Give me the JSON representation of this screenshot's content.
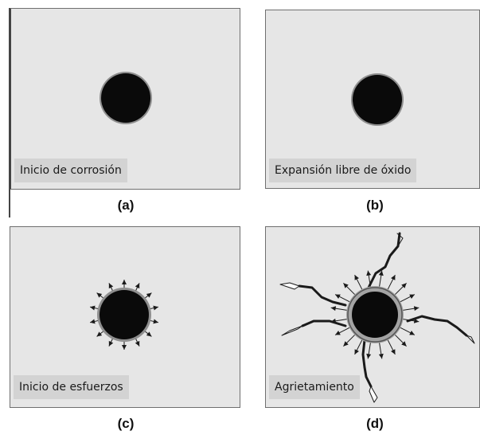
{
  "panels": [
    {
      "id": "a",
      "caption": "Inicio de corrosión",
      "letter": "(a)"
    },
    {
      "id": "b",
      "caption": "Expansión libre de óxido",
      "letter": "(b)"
    },
    {
      "id": "c",
      "caption": "Inicio de esfuerzos",
      "letter": "(c)"
    },
    {
      "id": "d",
      "caption": "Agrietamiento",
      "letter": "(d)"
    }
  ],
  "colors": {
    "panel_bg": "#e6e6e6",
    "caption_bg": "#d3d3d3",
    "bar": "#0a0a0a",
    "oxide_ring": "#9a9a9a",
    "arrow": "#1a1a1a"
  }
}
